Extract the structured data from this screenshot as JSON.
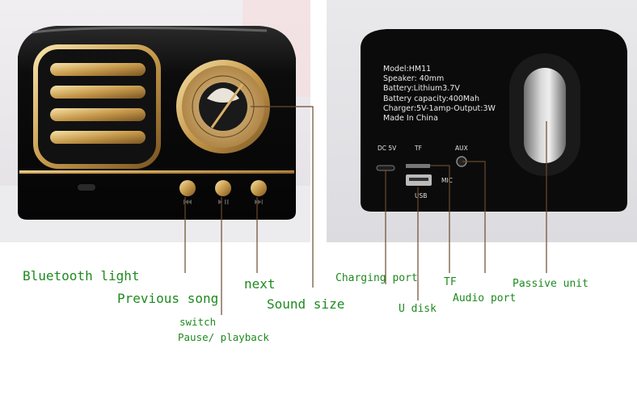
{
  "back_panel": {
    "model": "Model:HM11",
    "speaker": "Speaker:  40mm",
    "battery": "Battery:Lithium3.7V",
    "capacity": "Battery capacity:400Mah",
    "charger": "Charger:5V-1amp-Output:3W",
    "origin": "Made In China"
  },
  "port_labels": {
    "dc": "DC 5V",
    "tf": "TF",
    "aux": "AUX",
    "mic": "MIC",
    "usb": "USB"
  },
  "button_icons": [
    "prev-icon",
    "play-pause-icon",
    "next-icon"
  ],
  "callouts": {
    "bluetooth_light": "Bluetooth light",
    "previous_song": "Previous song",
    "next": "next",
    "sound_size": "Sound size",
    "switch": "switch",
    "pause_playback": "Pause/ playback",
    "charging_port": "Charging port",
    "tf": "TF",
    "u_disk": "U disk",
    "audio_port": "Audio port",
    "passive_unit": "Passive unit"
  },
  "colors": {
    "label_green": "#1e8a1e",
    "speaker_black": "#0c0c0c",
    "gold": "#c9a15a",
    "callout_line": "#6a4a2e"
  }
}
